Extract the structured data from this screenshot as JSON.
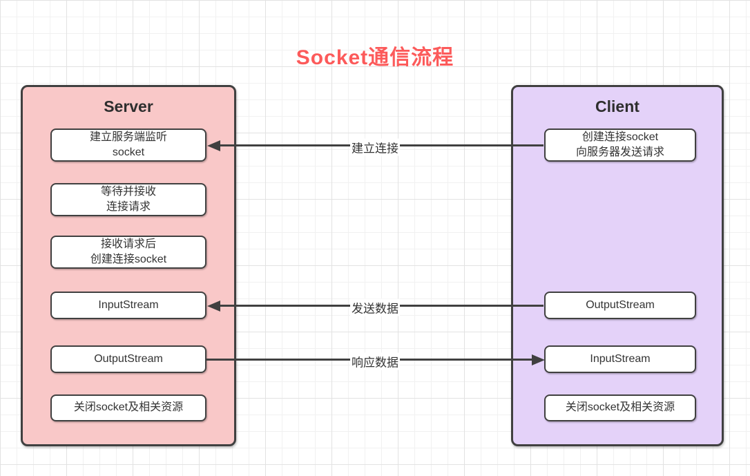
{
  "title": "Socket通信流程",
  "colors": {
    "title-color": "#fc5a5a",
    "server-fill": "#f9c8c8",
    "client-fill": "#e4d2f9",
    "box-fill": "#ffffff",
    "border-color": "#404040",
    "grid-minor": "#f1f1f1",
    "grid-major": "#e2e2e2"
  },
  "server": {
    "title": "Server",
    "steps": [
      "建立服务端监听\nsocket",
      "等待并接收\n连接请求",
      "接收请求后\n创建连接socket",
      "InputStream",
      "OutputStream",
      "关闭socket及相关资源"
    ]
  },
  "client": {
    "title": "Client",
    "steps": [
      "创建连接socket\n向服务器发送请求",
      "OutputStream",
      "InputStream",
      "关闭socket及相关资源"
    ]
  },
  "connections": [
    {
      "label": "建立连接",
      "direction": "right-to-left"
    },
    {
      "label": "发送数据",
      "direction": "right-to-left"
    },
    {
      "label": "响应数据",
      "direction": "left-to-right"
    }
  ]
}
